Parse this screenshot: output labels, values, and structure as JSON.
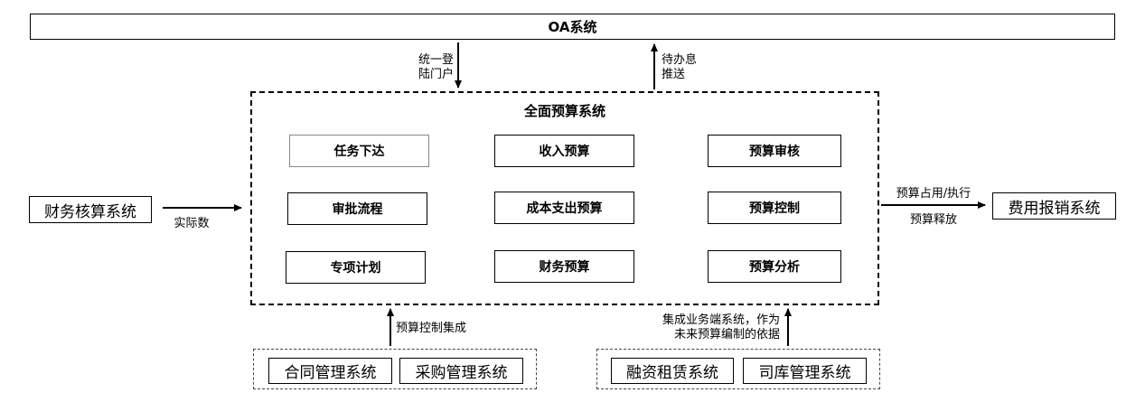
{
  "oa_system": "OA系统",
  "main_system": {
    "title": "全面预算系统",
    "modules": [
      [
        "任务下达",
        "收入预算",
        "预算审核"
      ],
      [
        "审批流程",
        "成本支出预算",
        "预算控制"
      ],
      [
        "专项计划",
        "财务预算",
        "预算分析"
      ]
    ]
  },
  "links": {
    "login": "统一登\n陆门户",
    "todo": "待办息\n推送",
    "actual": "实际数",
    "occupy": "预算占用/执行",
    "release": "预算释放",
    "control_integration": "预算控制集成",
    "integration_basis": "集成业务端系统，作为\n未来预算编制的依据"
  },
  "left_system": "财务核算系统",
  "right_system": "费用报销系统",
  "bottom_left_systems": [
    "合同管理系统",
    "采购管理系统"
  ],
  "bottom_right_systems": [
    "融资租赁系统",
    "司库管理系统"
  ]
}
